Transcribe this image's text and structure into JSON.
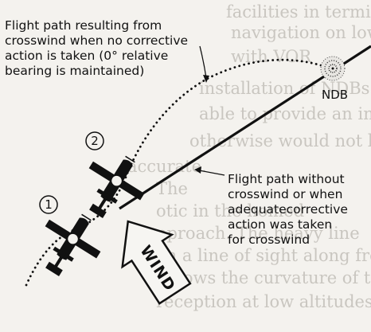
{
  "diagram": {
    "callout_top": [
      "Flight path resulting from",
      "crosswind when no corrective",
      "action is taken (0° relative",
      "bearing is maintained)"
    ],
    "callout_right": [
      "Flight path without",
      "crosswind or when",
      "adequatecorrective",
      "action was taken",
      "for crosswind"
    ],
    "ndb_label": "NDB",
    "wind_label": "WIND",
    "aircraft_1_label": "1",
    "aircraft_2_label": "2",
    "background_text": [
      "facilities in terminal areas and",
      "navigation on low",
      "with VOR",
      "installation of NDBs many smaller airp",
      "able to provide an instrument approa",
      "otherwise would not be economically fe",
      "accurate.",
      "The",
      "otic in the homed",
      "pproach.   The heavy line",
      "on a line of sight along from the bu",
      "follows the curvature of the earth",
      "reception at low altitudes over great dist"
    ]
  }
}
